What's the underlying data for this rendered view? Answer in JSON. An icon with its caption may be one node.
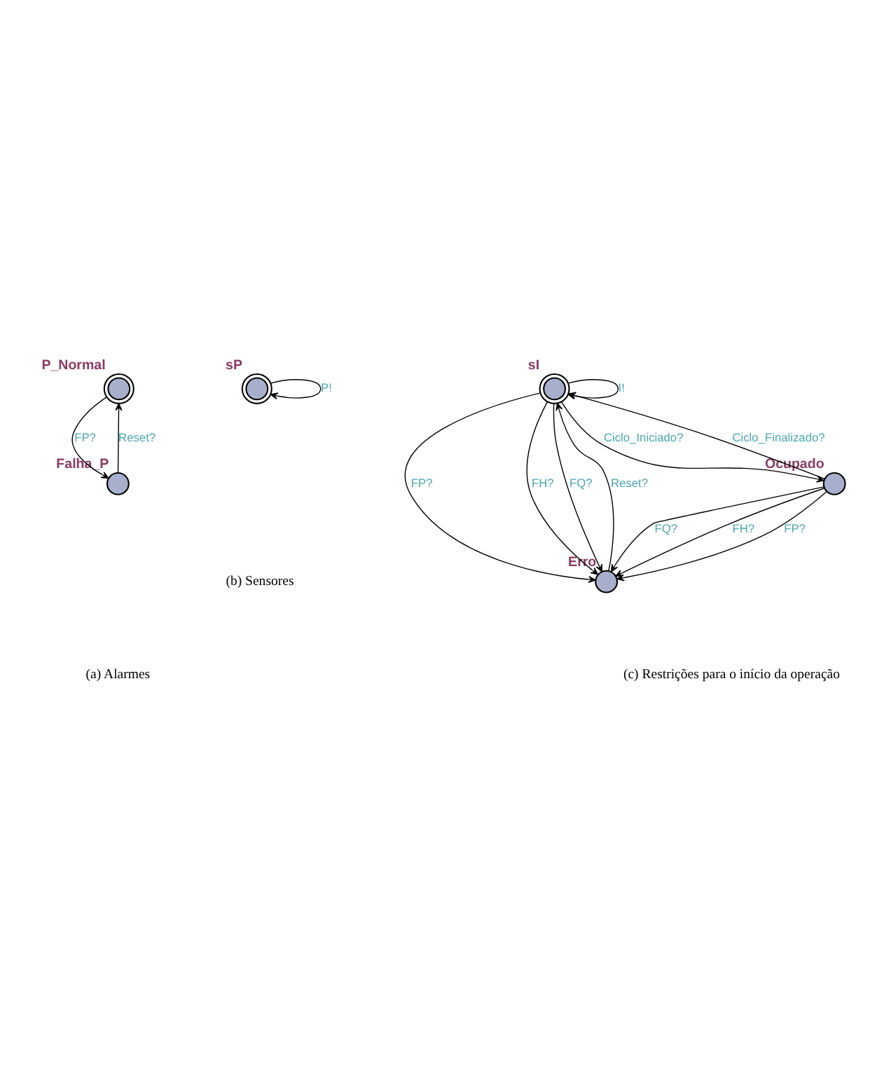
{
  "diagram": {
    "nodes": [
      {
        "text": [],
        "shape": "doublecircle",
        "beside": [
          "P_Normal"
        ]
      },
      {
        "text": [],
        "shape": "circle",
        "beside": [
          "Falha_P"
        ]
      },
      {
        "text": [],
        "shape": "doublecircle",
        "beside": [
          "sP"
        ]
      },
      {
        "text": [],
        "shape": "doublecircle",
        "beside": [
          "sI"
        ]
      },
      {
        "text": [],
        "shape": "circle",
        "beside": [
          "Erro"
        ]
      },
      {
        "text": [],
        "shape": "circle",
        "beside": [
          "Ocupado"
        ]
      }
    ],
    "edges": [
      {
        "from": 0,
        "to": 1,
        "arrow": "to",
        "label": "FP?"
      },
      {
        "from": 1,
        "to": 0,
        "arrow": "to",
        "label": "Reset?"
      },
      {
        "from": 2,
        "to": 2,
        "arrow": "to",
        "label": "P!"
      },
      {
        "from": 3,
        "to": 3,
        "arrow": "to",
        "label": "I!"
      },
      {
        "from": 3,
        "to": 4,
        "arrow": "to",
        "label": "FP?"
      },
      {
        "from": 3,
        "to": 4,
        "arrow": "to",
        "label": "FH?"
      },
      {
        "from": 3,
        "to": 4,
        "arrow": "to",
        "label": "FQ?"
      },
      {
        "from": 4,
        "to": 3,
        "arrow": "to",
        "label": "Reset?"
      },
      {
        "from": 5,
        "to": 3,
        "arrow": "to",
        "label": "Ciclo_Finalizado?"
      },
      {
        "from": 3,
        "to": 5,
        "arrow": "to",
        "label": "Ciclo_Iniciado?"
      },
      {
        "from": 5,
        "to": 4,
        "arrow": "to",
        "label": "FQ?"
      },
      {
        "from": 5,
        "to": 4,
        "arrow": "to",
        "label": "FH?"
      },
      {
        "from": 5,
        "to": 4,
        "arrow": "to",
        "label": "FP?"
      }
    ],
    "labels": [
      "(a) Alarmes",
      "(b) Sensores",
      "(c) Restrições para o início da operação"
    ]
  }
}
